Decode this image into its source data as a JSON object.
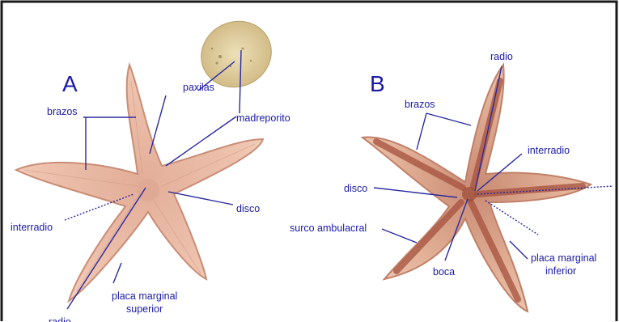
{
  "colors": {
    "label_text": "#1a1aa8",
    "leader_line": "#2a2aa0",
    "frame": "#1a1a1a",
    "starfish_body": "#e9b9a4",
    "starfish_edge": "#c98d76",
    "ambulacral_groove": "#a5513e",
    "madreporite": "#d9c694"
  },
  "panels": {
    "a": {
      "letter": "A",
      "labels": {
        "paxilas": "paxilas",
        "madreporito": "madreporito",
        "brazos": "brazos",
        "disco": "disco",
        "interradio": "interradio",
        "placa_marginal_superior_1": "placa marginal",
        "placa_marginal_superior_2": "superior",
        "radio": "radio"
      }
    },
    "b": {
      "letter": "B",
      "labels": {
        "radio": "radio",
        "brazos": "brazos",
        "interradio": "interradio",
        "disco": "disco",
        "surco_ambulacral": "surco ambulacral",
        "boca": "boca",
        "placa_marginal_inferior_1": "placa marginal",
        "placa_marginal_inferior_2": "inferior"
      }
    }
  }
}
